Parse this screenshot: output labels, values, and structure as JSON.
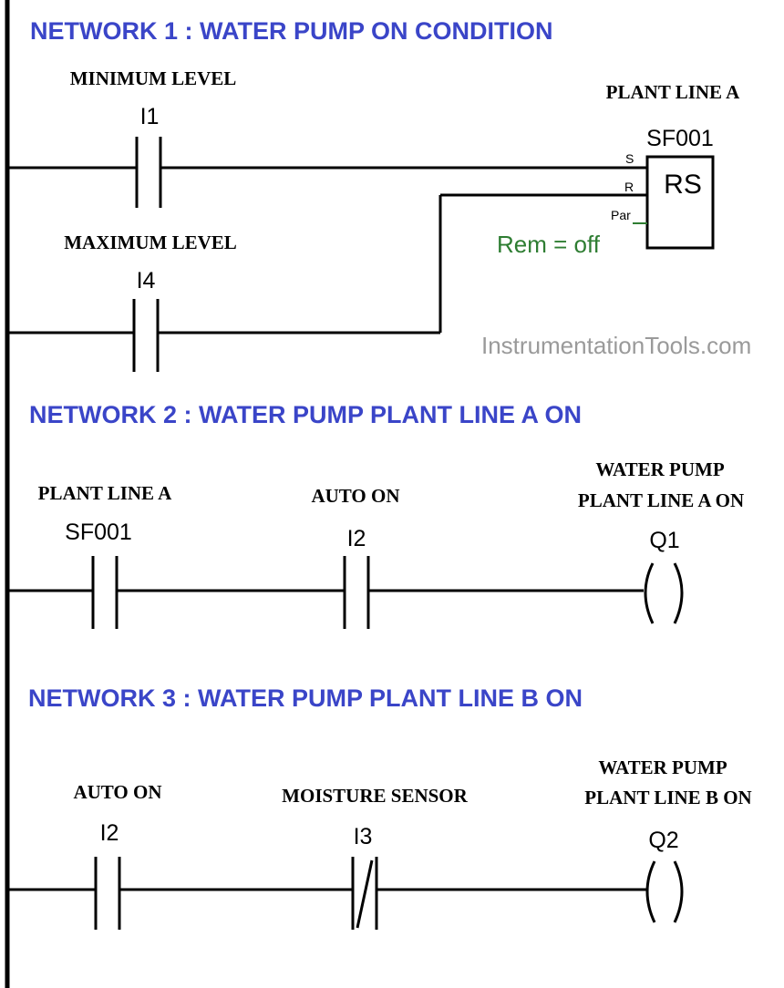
{
  "colors": {
    "title_blue": "#3a45c8",
    "line_black": "#000000",
    "param_green": "#2e7d32",
    "watermark_gray": "#9a9a9a"
  },
  "networks": [
    {
      "title": "NETWORK 1 : WATER PUMP ON CONDITION",
      "contacts": [
        {
          "label": "MINIMUM LEVEL",
          "address": "I1",
          "type": "normally-open"
        },
        {
          "label": "MAXIMUM LEVEL",
          "address": "I4",
          "type": "normally-open"
        }
      ],
      "function_block": {
        "label": "PLANT LINE A",
        "name": "SF001",
        "type": "RS",
        "pins": [
          "S",
          "R",
          "Par"
        ],
        "parameter": "Rem = off"
      }
    },
    {
      "title": "NETWORK 2 : WATER PUMP PLANT LINE A ON",
      "contacts": [
        {
          "label": "PLANT LINE A",
          "address": "SF001",
          "type": "normally-open"
        },
        {
          "label": "AUTO ON",
          "address": "I2",
          "type": "normally-open"
        }
      ],
      "coil": {
        "label_line1": "WATER PUMP",
        "label_line2": "PLANT LINE A ON",
        "address": "Q1"
      }
    },
    {
      "title": "NETWORK 3 : WATER PUMP PLANT LINE B ON",
      "contacts": [
        {
          "label": "AUTO ON",
          "address": "I2",
          "type": "normally-open"
        },
        {
          "label": "MOISTURE SENSOR",
          "address": "I3",
          "type": "normally-closed"
        }
      ],
      "coil": {
        "label_line1": "WATER PUMP",
        "label_line2": "PLANT LINE B ON",
        "address": "Q2"
      }
    }
  ],
  "watermark": "InstrumentationTools.com"
}
